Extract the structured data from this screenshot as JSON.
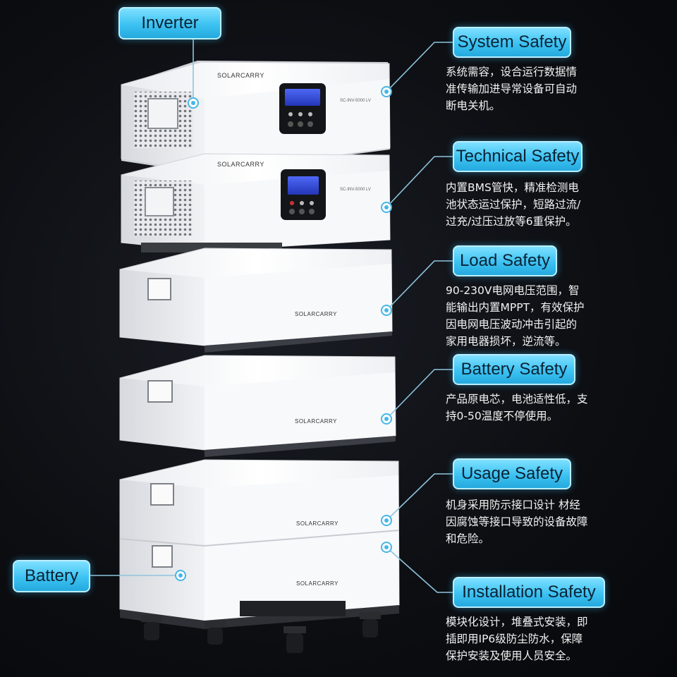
{
  "labels": {
    "inverter": "Inverter",
    "battery": "Battery",
    "system_safety": "System Safety",
    "technical_safety": "Technical Safety",
    "load_safety": "Load Safety",
    "battery_safety": "Battery Safety",
    "usage_safety": "Usage Safety",
    "installation_safety": "Installation Safety"
  },
  "descriptions": {
    "system_safety": "系统需容，设合运行数据情\n准传输加进导常设备可自动\n断电关机。",
    "technical_safety": "内置BMS管快，精准检测电\n池状态运过保护，短路过流/\n过充/过压过放等6重保护。",
    "load_safety": "90-230V电网电压范围，智\n能输出内置MPPT，有效保护\n因电网电压波动冲击引起的\n家用电器损坏，逆流等。",
    "battery_safety": "产品原电芯，电池适性低，支\n持0-50温度不停使用。",
    "usage_safety": "机身采用防示接口设计 材经\n因腐蚀等接口导致的设备故障\n和危险。",
    "installation_safety": "模块化设计，堆叠式安装，即\n插即用IP6级防尘防水，保障\n保护安装及使用人员安全。"
  },
  "brand": {
    "name": "SOLARCARRY",
    "display_model": "SC-INV-5000 LV"
  },
  "colors": {
    "callout_fill": "#3cc2f2",
    "callout_border": "#b9efff",
    "leader_line": "#8fc4de",
    "unit_body": "#f4f5f7",
    "unit_shadow": "#c9ccd2",
    "lcd_screen": "#2f48d8",
    "background": "#0c0e12"
  },
  "icons": [
    "connector-dot-icon",
    "vent-grille-icon",
    "lcd-panel-icon",
    "caster-wheel-icon",
    "handle-slot-icon"
  ]
}
